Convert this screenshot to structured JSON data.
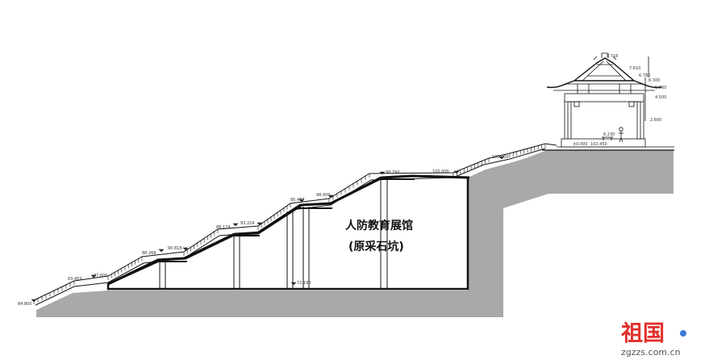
{
  "hall": {
    "name": "人防教育展馆",
    "subtitle": "(原采石坑)"
  },
  "elevations": {
    "e1": "84.800",
    "e2": "63.459",
    "e3": "87.600",
    "e4": "88.268",
    "e5": "90.818",
    "e6": "88.174",
    "e7": "93.224",
    "e8": "95.457",
    "e9": "98.000",
    "e10": "98.790",
    "e11": "100.000",
    "e12": "100.200",
    "e13": "72.190",
    "e14": "±0.000",
    "e15": "102.450",
    "e16": "6.230",
    "r1": "8.716",
    "r2": "7.610",
    "r3": "6.780",
    "r4": "6.300",
    "r5": "5.060",
    "r6": "4.500",
    "r7": "2.600"
  },
  "watermark": {
    "logo_text": "祖国",
    "url": "zgzzs.com.cn"
  },
  "colors": {
    "ground": "#a9a9a9",
    "line": "#111111",
    "logo": "#e2302c"
  }
}
